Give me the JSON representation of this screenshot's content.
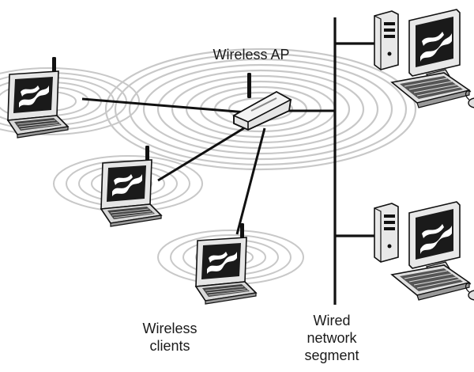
{
  "labels": {
    "access_point": "Wireless AP",
    "clients_line1": "Wireless",
    "clients_line2": "clients",
    "wired_line1": "Wired",
    "wired_line2": "network",
    "wired_line3": "segment"
  },
  "icons": {
    "access_point": "wireless-router-icon",
    "laptop": "laptop-icon",
    "desktop": "desktop-computer-icon"
  },
  "colors": {
    "line": "#111111",
    "ring": "#c8c8c8",
    "screen": "#1a1a1a",
    "device_gray": "#d9d9d9"
  }
}
